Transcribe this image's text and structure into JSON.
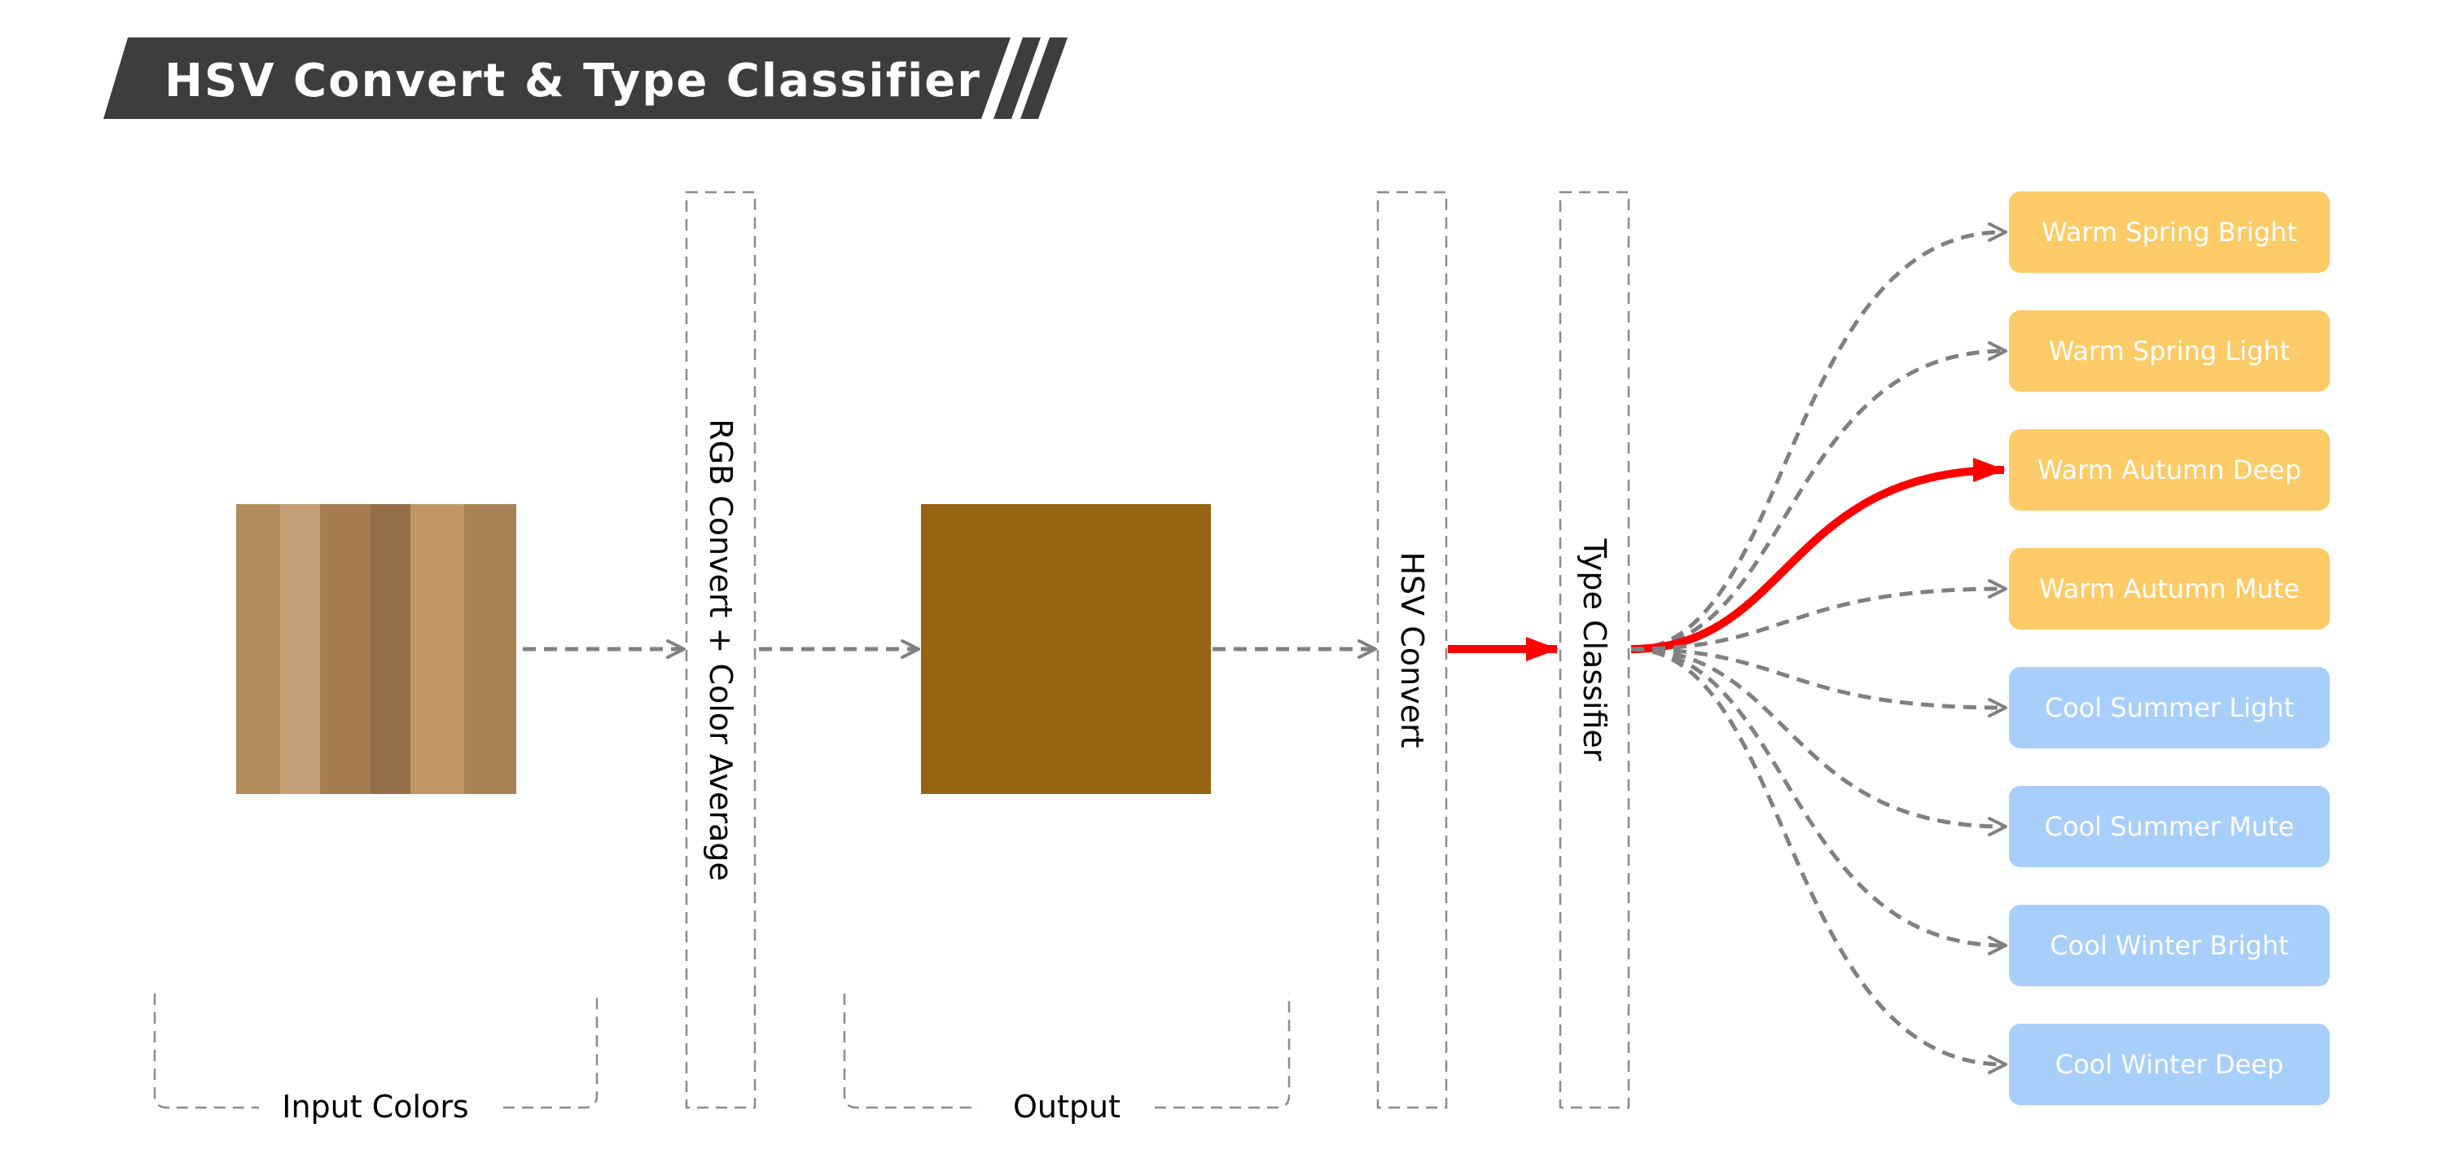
{
  "title": "HSV Convert & Type Classifier",
  "stages": {
    "input_label": "Input Colors",
    "output_label": "Output"
  },
  "nodes": {
    "rgb_average": "RGB Convert + Color Average",
    "hsv_convert": "HSV Convert",
    "type_classifier": "Type Classifier"
  },
  "input_swatches": [
    "#B38A5C",
    "#C49E74",
    "#A67B51",
    "#946F47",
    "#BF9566",
    "#A88255"
  ],
  "output_color": "#976414",
  "classes": [
    {
      "label": "Warm Spring Bright",
      "group": "warm",
      "selected": false
    },
    {
      "label": "Warm Spring Light",
      "group": "warm",
      "selected": false
    },
    {
      "label": "Warm Autumn Deep",
      "group": "warm",
      "selected": true
    },
    {
      "label": "Warm Autumn Mute",
      "group": "warm",
      "selected": false
    },
    {
      "label": "Cool Summer Light",
      "group": "cool",
      "selected": false
    },
    {
      "label": "Cool Summer Mute",
      "group": "cool",
      "selected": false
    },
    {
      "label": "Cool Winter Bright",
      "group": "cool",
      "selected": false
    },
    {
      "label": "Cool Winter Deep",
      "group": "cool",
      "selected": false
    }
  ],
  "colors": {
    "title_bar": "#3D3D40",
    "warm": "#FDCB67",
    "cool": "#A8CFFA",
    "arrow_gray": "#808080",
    "arrow_red": "#FF0000",
    "box_border": "#8A8A8A"
  }
}
